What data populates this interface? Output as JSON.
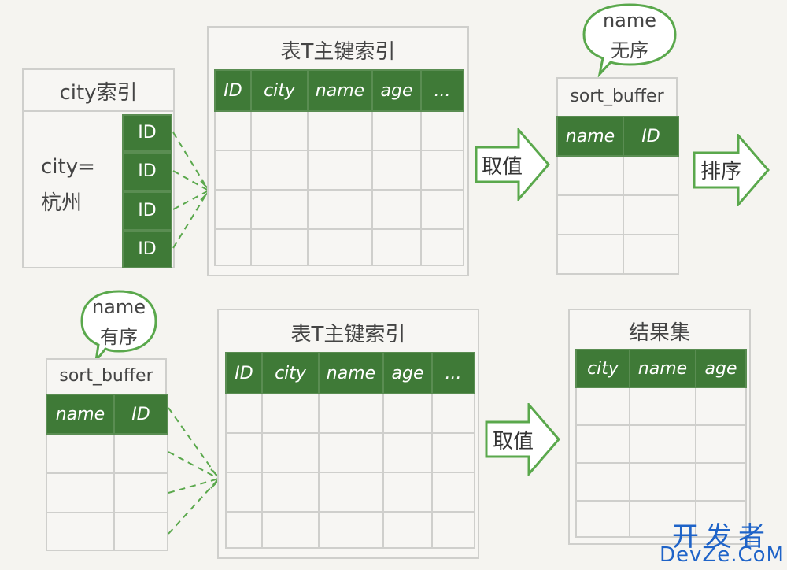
{
  "top": {
    "city_index": {
      "title": "city索引",
      "condition_line1": "city=",
      "condition_line2": "杭州",
      "id_label": "ID"
    },
    "primary_index": {
      "title": "表T主键索引",
      "headers": [
        "ID",
        "city",
        "name",
        "age",
        "..."
      ]
    },
    "fetch_label": "取值",
    "bubble": {
      "line1": "name",
      "line2": "无序"
    },
    "sort_buffer": {
      "title": "sort_buffer",
      "headers": [
        "name",
        "ID"
      ]
    },
    "sort_label": "排序"
  },
  "bottom": {
    "bubble": {
      "line1": "name",
      "line2": "有序"
    },
    "sort_buffer": {
      "title": "sort_buffer",
      "headers": [
        "name",
        "ID"
      ]
    },
    "primary_index": {
      "title": "表T主键索引",
      "headers": [
        "ID",
        "city",
        "name",
        "age",
        "..."
      ]
    },
    "fetch_label": "取值",
    "result": {
      "title": "结果集",
      "headers": [
        "city",
        "name",
        "age"
      ]
    }
  },
  "watermark": {
    "cn": "开发者",
    "en": "DevZe.CoM"
  },
  "colors": {
    "header_green": "#3f7a37",
    "arrow_green": "#5aa84c",
    "border_gray": "#cfcfcc"
  }
}
